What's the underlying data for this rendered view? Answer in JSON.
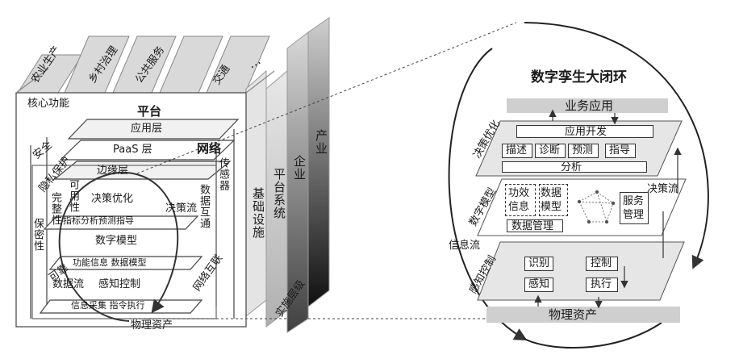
{
  "left": {
    "top_tabs": [
      "农业生产",
      "乡村治理",
      "公共服务",
      "交通"
    ],
    "ellipsis": "…",
    "core_title": "核心功能",
    "platform": "平台",
    "app_layer": "应用层",
    "paas_layer": "PaaS 层",
    "network": "网络",
    "edge_layer": "边缘层",
    "decision_opt": "决策优化",
    "decision_flow": "决策流",
    "indicator": "指标分析预测指导",
    "digital_model": "数字模型",
    "efficacy": "功能信息 数据模型",
    "data_flow": "数据流",
    "perception": "感知控制",
    "collect": "信息采集 指令执行",
    "physical": "物理资产",
    "safe": "安全",
    "privacy": "隐私保护",
    "integrity": "完整性",
    "confidentiality": "保密性",
    "usability": "可用性",
    "reliable": "可靠",
    "sensor": "传感器",
    "data_interconnect": "数据互通",
    "net_interconnect": "网络互联",
    "infra": "基础设施",
    "platform_sys": "平台系统",
    "enterprise": "企业",
    "industry": "产业",
    "impl_level": "实施层级"
  },
  "right": {
    "title": "数字孪生大闭环",
    "biz_app": "业务应用",
    "app_dev": "应用开发",
    "describe": "描述",
    "diagnose": "诊断",
    "predict": "预测",
    "guide": "指导",
    "analysis": "分析",
    "decision_opt": "决策优化",
    "decision_flow": "决策流",
    "digital_model": "数字模型",
    "efficacy_info": "功效信息",
    "data_model": "数据模型",
    "data_mgmt": "数据管理",
    "service_mgmt": "服务管理",
    "info_flow": "信息流",
    "perception_ctrl": "感知控制",
    "identify": "识别",
    "control": "控制",
    "perceive": "感知",
    "execute": "执行",
    "physical": "物理资产"
  }
}
